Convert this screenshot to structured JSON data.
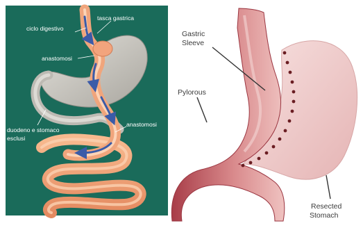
{
  "left_panel": {
    "labels": {
      "ciclo_digestivo": "ciclo digestivo",
      "tasca_gastrica": "tasca gastrica",
      "anastomosi_upper": "anastomosi",
      "anastomosi_lower": "anastomosi",
      "excluded_line1": "duodeno e stomaco",
      "excluded_line2": "esclusi"
    },
    "colors": {
      "background": "#1a6b5a",
      "stomach": "#c9c6bf",
      "intestine": "#f2a47d",
      "arrow": "#3b5ba8"
    }
  },
  "right_panel": {
    "labels": {
      "gastric_line1": "Gastric",
      "gastric_line2": "Sleeve",
      "pylorous": "Pylorous",
      "resected_line1": "Resected",
      "resected_line2": "Stomach"
    },
    "colors": {
      "background": "#ffffff",
      "sleeve": "#c75b62",
      "resected": "#f0cdcd",
      "dots": "#6a1d22"
    }
  }
}
